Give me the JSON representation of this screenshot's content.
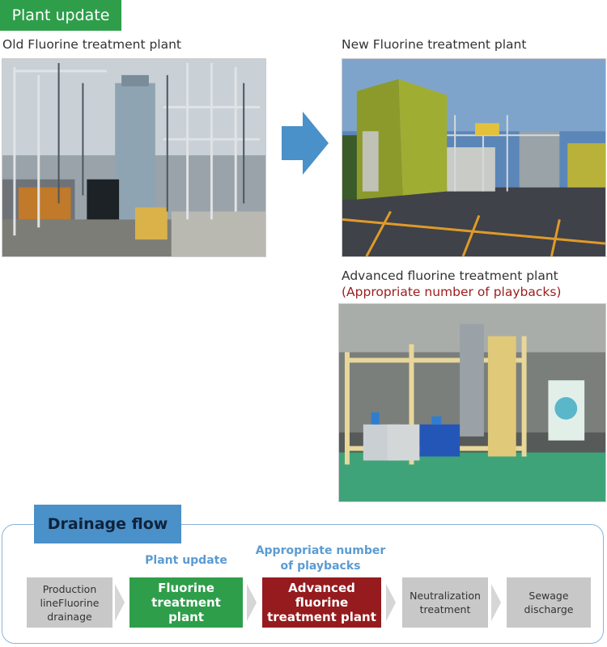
{
  "header": {
    "badge_label": "Plant update"
  },
  "photos": {
    "old_caption": "Old Fluorine treatment plant",
    "new_caption": "New Fluorine treatment plant",
    "advanced_caption": "Advanced fluorine treatment plant",
    "advanced_note": "(Appropriate number of playbacks)"
  },
  "flow": {
    "title": "Drainage flow",
    "label_plant_update": "Plant update",
    "label_playbacks_line1": "Appropriate number",
    "label_playbacks_line2": "of playbacks",
    "steps": [
      {
        "line1": "Production",
        "line2": "lineFluorine",
        "line3": "drainage"
      },
      {
        "line1": "Fluorine",
        "line2": "treatment",
        "line3": "plant"
      },
      {
        "line1": "Advanced",
        "line2": "fluorine",
        "line3": "treatment plant"
      },
      {
        "line1": "Neutralization",
        "line2": "treatment"
      },
      {
        "line1": "Sewage",
        "line2": "discharge"
      }
    ]
  },
  "colors": {
    "green": "#2e9e4a",
    "dark_red": "#951b1e",
    "blue": "#4a90c9",
    "light_blue_text": "#5b9bd2",
    "grey_box": "#c8c8c8"
  }
}
